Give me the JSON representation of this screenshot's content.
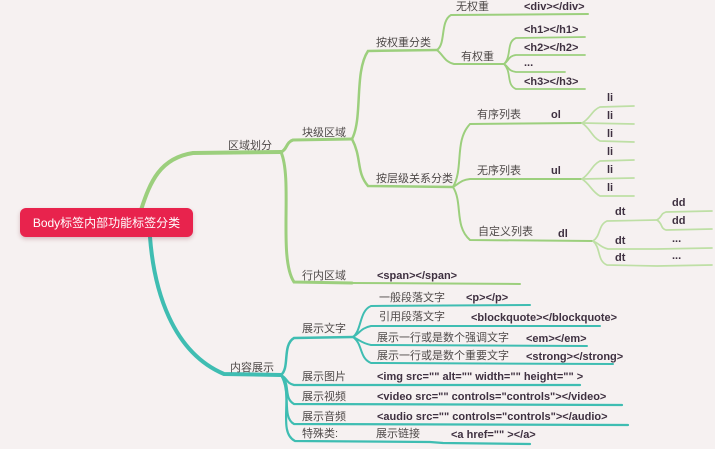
{
  "root": {
    "label": "Body标签内部功能标签分类"
  },
  "colors": {
    "background": "#f6f1f1",
    "root_bg": "#e8234d",
    "green_branch": "#9ccf7d",
    "green_leaf": "#bedfa5",
    "teal_branch": "#3fbdb2",
    "label_text": "#4f4a49",
    "tag_text": "#3e3040"
  },
  "green_branch": {
    "label": "区域划分",
    "block_area": {
      "label": "块级区域",
      "by_weight": {
        "label": "按权重分类",
        "no_weight": {
          "label": "无权重",
          "tag": "<div></div>"
        },
        "with_weight": {
          "label": "有权重",
          "tags": [
            "<h1></h1>",
            "<h2></h2>",
            "...",
            "<h3></h3>"
          ]
        }
      },
      "by_hierarchy": {
        "label": "按层级关系分类",
        "ordered": {
          "label": "有序列表",
          "tag": "ol",
          "items": [
            "li",
            "li",
            "li"
          ]
        },
        "unordered": {
          "label": "无序列表",
          "tag": "ul",
          "items": [
            "li",
            "li",
            "li"
          ]
        },
        "custom": {
          "label": "自定义列表",
          "tag": "dl",
          "items": [
            {
              "tag": "dt",
              "children": [
                "dd",
                "dd"
              ]
            },
            {
              "tag": "dt",
              "children": [
                "..."
              ]
            },
            {
              "tag": "dt",
              "children": [
                "..."
              ]
            }
          ]
        }
      }
    },
    "inline_area": {
      "label": "行内区域",
      "tag": "<span></span>"
    }
  },
  "teal_branch": {
    "label": "内容展示",
    "text_display": {
      "label": "展示文字",
      "rows": [
        {
          "label": "一般段落文字",
          "tag": "<p></p>"
        },
        {
          "label": "引用段落文字",
          "tag": "<blockquote></blockquote>"
        },
        {
          "label": "展示一行或是数个强调文字",
          "tag": "<em></em>"
        },
        {
          "label": "展示一行或是数个重要文字",
          "tag": "<strong></strong>"
        }
      ]
    },
    "image_display": {
      "label": "展示图片",
      "tag": "<img src=\"\" alt=\"\" width=\"\" height=\"\" >"
    },
    "video_display": {
      "label": "展示视频",
      "tag": "<video src=\"\" controls=\"controls\"></video>"
    },
    "audio_display": {
      "label": "展示音频",
      "tag": "<audio src=\"\" controls=\"controls\"></audio>"
    },
    "special": {
      "label": "特殊类:",
      "link_label": "展示链接",
      "tag": "<a href=\"\" ></a>"
    }
  }
}
